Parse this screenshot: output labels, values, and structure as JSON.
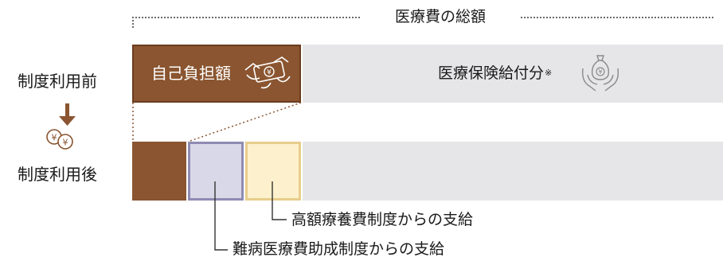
{
  "total": {
    "label": "医療費の総額"
  },
  "rows": {
    "before": "制度利用前",
    "after": "制度利用後"
  },
  "before": {
    "self_pay": "自己負担額",
    "insurance": "医療保険給付分",
    "insurance_note": "※"
  },
  "callouts": {
    "kogaku": "高額療養費制度からの支給",
    "nanbyo": "難病医療費助成制度からの支給"
  },
  "colors": {
    "self_pay": "#8a5530",
    "insurance": "#e6e6e8",
    "nanbyo_fill": "#d9d8e8",
    "nanbyo_border": "#8e8bb3",
    "kogaku_fill": "#fdf0cc",
    "kogaku_border": "#e8cd8c"
  },
  "icons": [
    "wallet-yen-icon",
    "hands-money-bag-icon",
    "arrow-down-icon",
    "yen-coins-icon"
  ]
}
